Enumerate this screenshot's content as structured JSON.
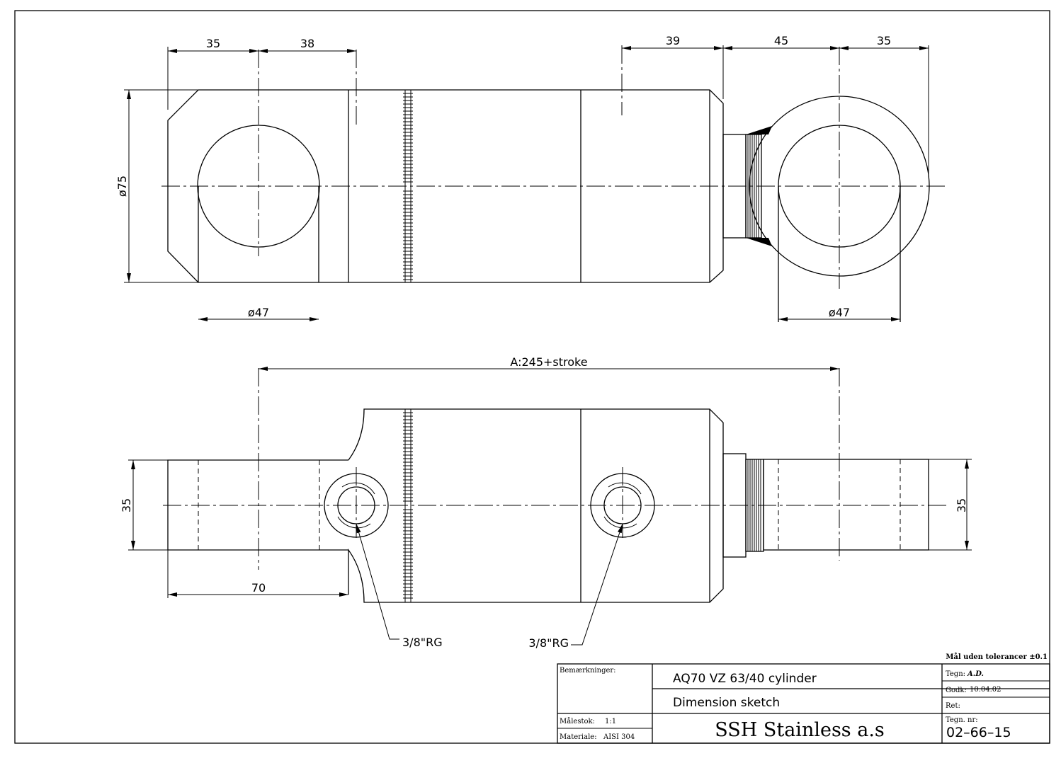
{
  "dimensions": {
    "top_35_left": "35",
    "top_38": "38",
    "top_39": "39",
    "top_45": "45",
    "top_35_right": "35",
    "dia75": "ø75",
    "dia47_left": "ø47",
    "dia47_right": "ø47",
    "overall_a": "A:245+stroke",
    "side_35_left": "35",
    "side_35_right": "35",
    "bottom_70": "70",
    "port_left": "3/8\"RG",
    "port_right": "3/8\"RG"
  },
  "title_block": {
    "tolerance_note": "Mål uden tolerancer ±0.1",
    "remarks_label": "Bemærkninger:",
    "title": "AQ70 VZ 63/40 cylinder",
    "subtitle": "Dimension sketch",
    "scale_label": "Målestok:",
    "scale_value": "1:1",
    "material_label": "Materiale:",
    "material_value": "AISI 304",
    "company": "SSH Stainless a.s",
    "drawn_label": "Tegn:",
    "drawn_value": "A.D.",
    "approved_label": "Godk:",
    "approved_value": "10.04.02",
    "revision_label": "Ret:",
    "drawing_number_label": "Tegn. nr:",
    "drawing_number": "02–66–15"
  }
}
